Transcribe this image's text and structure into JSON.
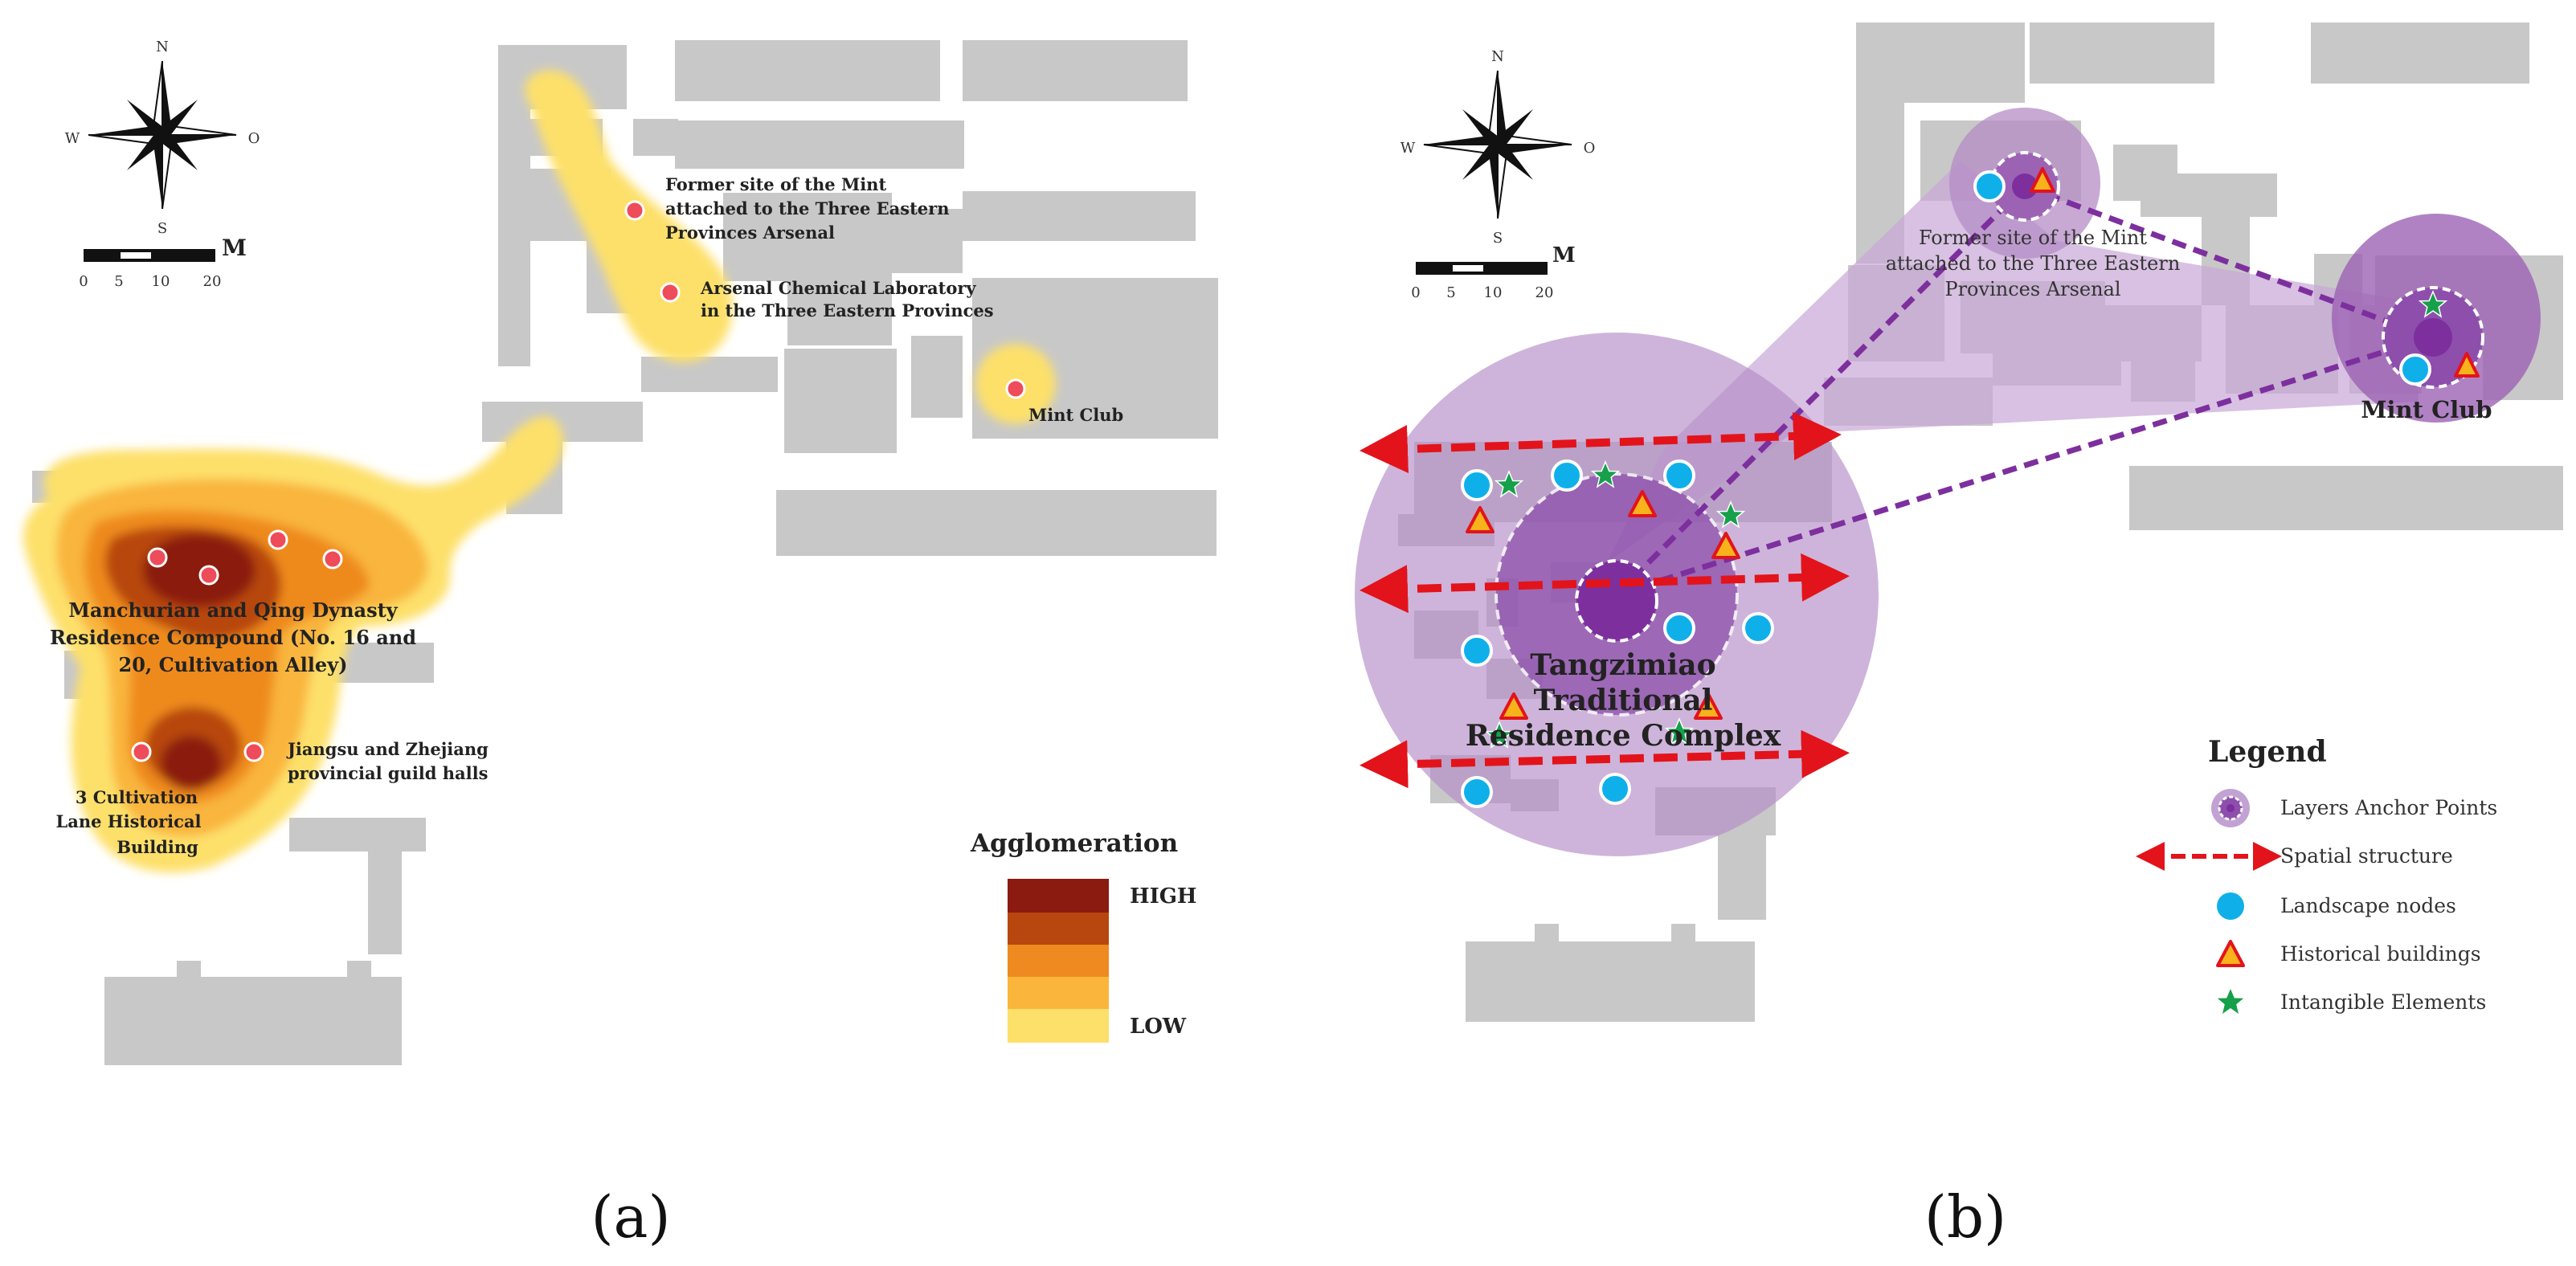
{
  "panel_a": {
    "caption": "(a)",
    "compass": {
      "n": "N",
      "s": "S",
      "w": "W",
      "e": "O"
    },
    "scale": {
      "unit": "M",
      "ticks": [
        "0",
        "5",
        "10",
        "20"
      ]
    },
    "labels": {
      "mint_site_1": "Former site of the Mint",
      "mint_site_2": "attached to the Three Eastern",
      "mint_site_3": "Provinces Arsenal",
      "lab_1": "Arsenal Chemical Laboratory",
      "lab_2": "in the Three Eastern Provinces",
      "mint_club": "Mint Club",
      "manchurian_1": "Manchurian and Qing Dynasty",
      "manchurian_2": "Residence Compound (No. 16 and",
      "manchurian_3": "20, Cultivation Alley)",
      "jiangsu_1": "Jiangsu and Zhejiang",
      "jiangsu_2": "provincial guild halls",
      "cultivation_1": "3 Cultivation",
      "cultivation_2": "Lane Historical",
      "cultivation_3": "Building"
    },
    "legend": {
      "title": "Agglomeration",
      "high": "HIGH",
      "low": "LOW",
      "colors": [
        "#8b1a10",
        "#b8470f",
        "#ee8a1f",
        "#f9b53c",
        "#fde06a"
      ]
    }
  },
  "panel_b": {
    "caption": "(b)",
    "compass": {
      "n": "N",
      "s": "S",
      "w": "W",
      "e": "O"
    },
    "scale": {
      "unit": "M",
      "ticks": [
        "0",
        "5",
        "10",
        "20"
      ]
    },
    "labels": {
      "mint_site_1": "Former site of the Mint",
      "mint_site_2": "attached to the Three Eastern",
      "mint_site_3": "Provinces Arsenal",
      "mint_club": "Mint Club",
      "tz_1": "Tangzimiao",
      "tz_2": "Traditional",
      "tz_3": "Residence Complex"
    },
    "legend": {
      "title": "Legend",
      "items": [
        {
          "icon": "layers-anchor-point-icon",
          "label": "Layers Anchor Points"
        },
        {
          "icon": "spatial-structure-arrow-icon",
          "label": "Spatial structure"
        },
        {
          "icon": "landscape-node-icon",
          "label": "Landscape nodes"
        },
        {
          "icon": "historical-building-icon",
          "label": "Historical buildings"
        },
        {
          "icon": "intangible-element-icon",
          "label": "Intangible Elements"
        }
      ]
    },
    "colors": {
      "anchor_purple": "#7d2f9e",
      "zone_purple": "#b48cc6",
      "spatial_red": "#e3131b",
      "landscape_blue": "#0fb0ea",
      "historical_orange": "#f7b21c",
      "intangible_green": "#16a04a"
    }
  }
}
